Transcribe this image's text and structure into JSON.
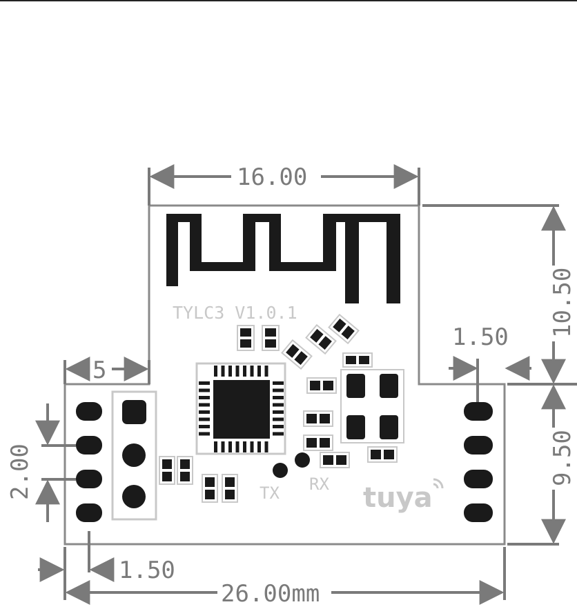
{
  "drawing": {
    "dimensions": {
      "top_width": "16.00",
      "right_upper_height": "10.50",
      "right_lower_height": "9.50",
      "left_offset": "5",
      "pin_pitch": "2.00",
      "pin_edge_offset_left": "1.50",
      "pin_edge_offset_right": "1.50",
      "total_width": "26.00mm"
    },
    "silkscreen": {
      "board_label": "TYLC3 V1.0.1",
      "tx_label": "TX",
      "rx_label": "RX",
      "brand_logo": "tuya"
    },
    "colors": {
      "outline": "#8a8a8a",
      "dimension": "#7a7a7a",
      "silkscreen": "#c8c8c8",
      "copper": "#1a1a1a"
    },
    "icons": {
      "wifi": "wifi-signal-icon"
    }
  }
}
